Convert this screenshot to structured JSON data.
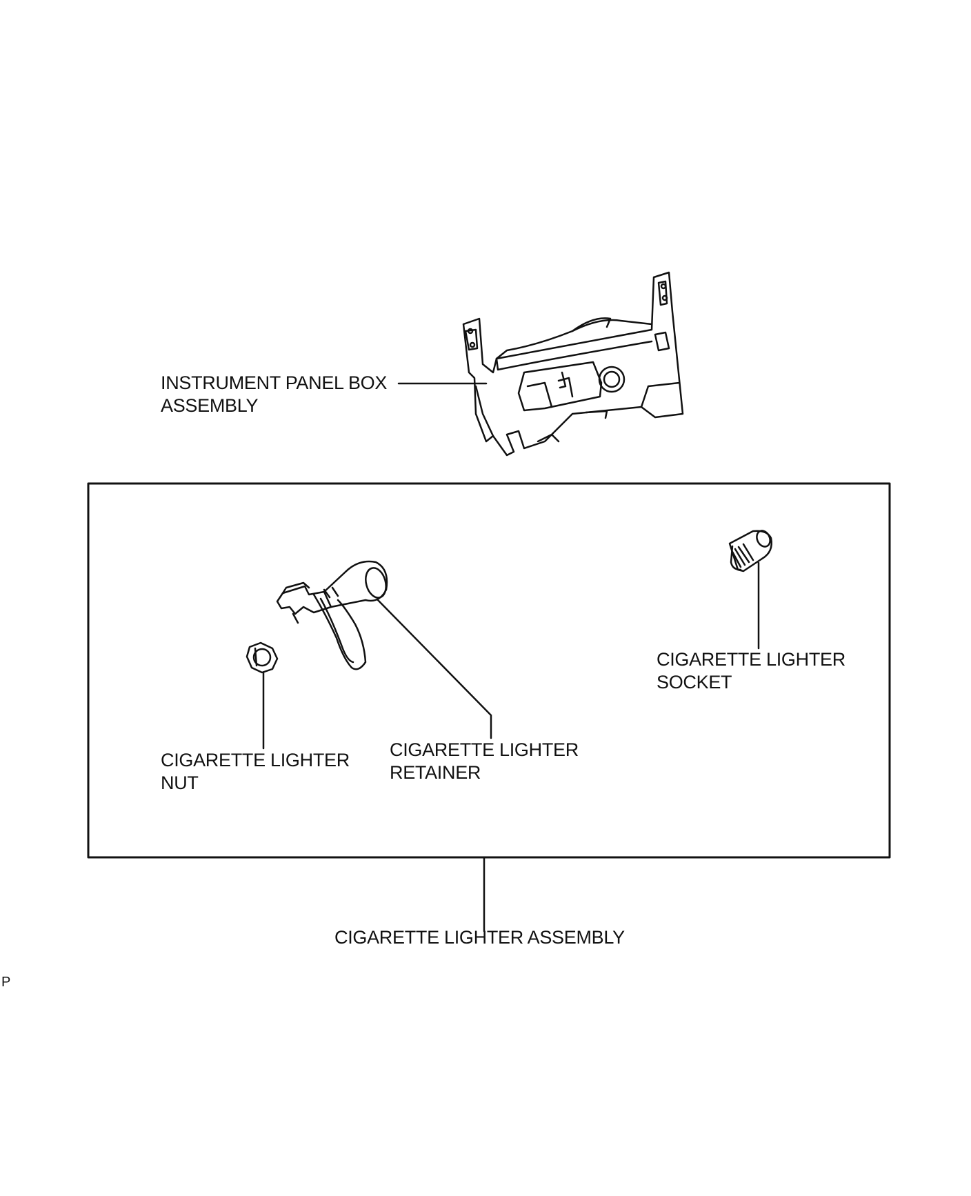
{
  "labels": {
    "instrument_panel_box": [
      "INSTRUMENT PANEL BOX",
      "ASSEMBLY"
    ],
    "lighter_socket": [
      "CIGARETTE LIGHTER",
      "SOCKET"
    ],
    "lighter_nut": [
      "CIGARETTE LIGHTER",
      "NUT"
    ],
    "lighter_retainer": [
      "CIGARETTE LIGHTER",
      "RETAINER"
    ],
    "lighter_assembly": "CIGARETTE LIGHTER ASSEMBLY"
  },
  "corner_code": "P",
  "colors": {
    "line": "#111111",
    "background": "#ffffff"
  }
}
